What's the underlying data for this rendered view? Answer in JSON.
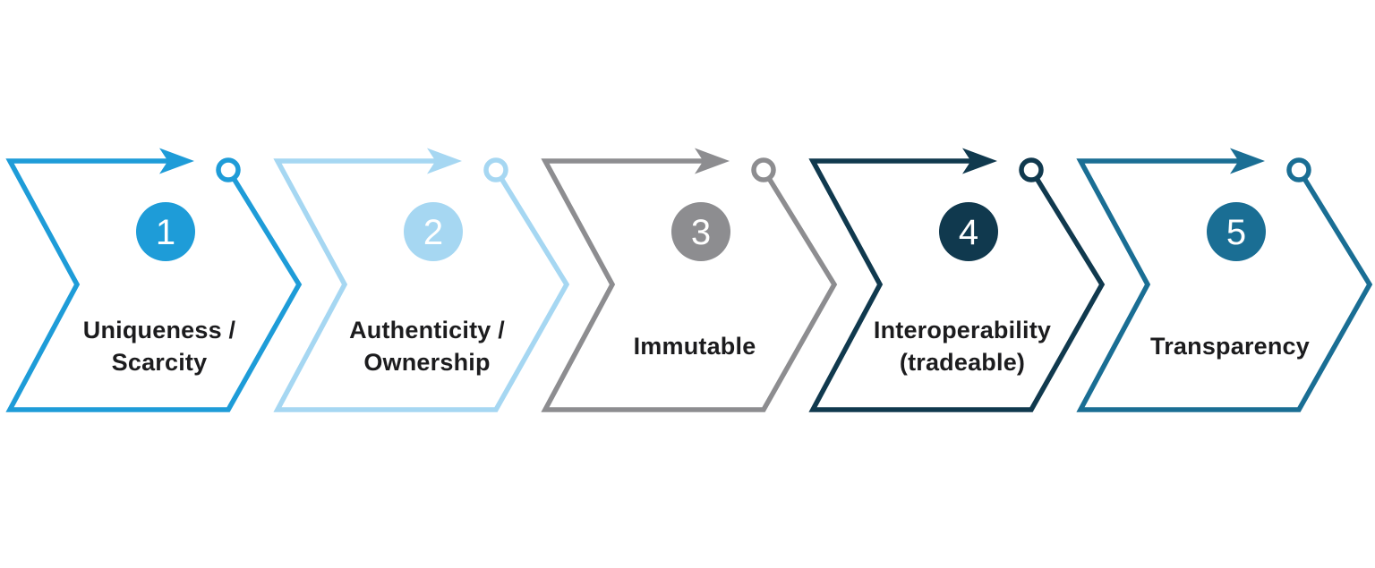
{
  "diagram": {
    "background": "#ffffff",
    "label_color": "#1c1c1e",
    "number_text_color": "#ffffff",
    "steps": [
      {
        "number": "1",
        "label": "Uniqueness /\nScarcity",
        "color": "#1e9cd8"
      },
      {
        "number": "2",
        "label": "Authenticity /\nOwnership",
        "color": "#a6d7f2"
      },
      {
        "number": "3",
        "label": "Immutable",
        "color": "#8d8d90"
      },
      {
        "number": "4",
        "label": "Interoperability\n(tradeable)",
        "color": "#10394e"
      },
      {
        "number": "5",
        "label": "Transparency",
        "color": "#1a6e94"
      }
    ]
  }
}
